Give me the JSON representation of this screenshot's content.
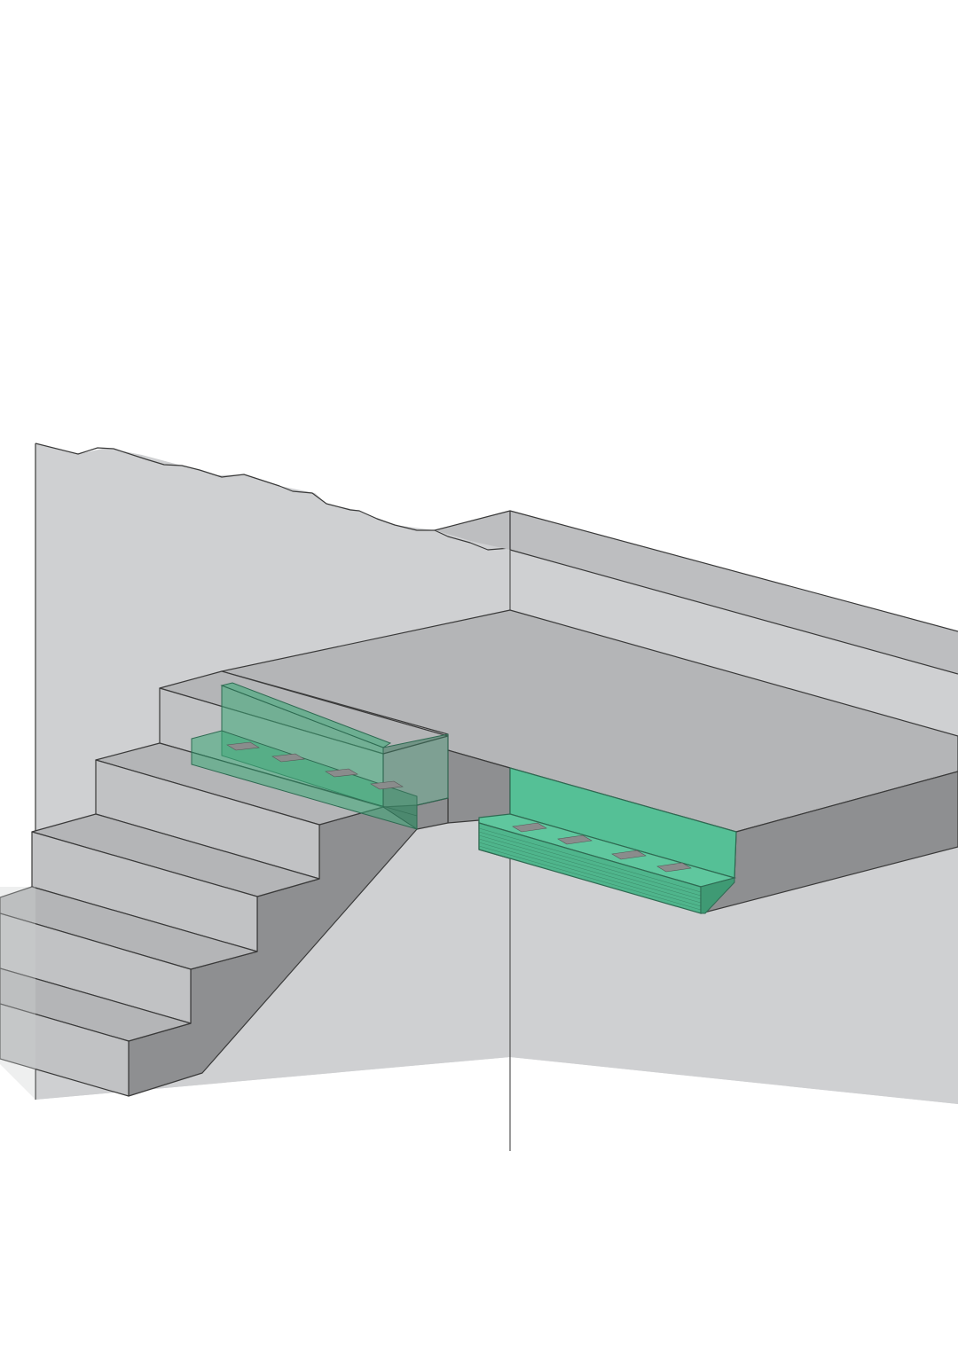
{
  "colors": {
    "background": "#ffffff",
    "wall_light": "#cfd0d2",
    "wall_mid": "#c1c2c4",
    "surface_top": "#b4b5b7",
    "shadow_dark": "#8e8f91",
    "stroke": "#3a3a3a",
    "profile_green": "#55c096",
    "profile_green_dark": "#3f9a74",
    "profile_green_translucent": "rgba(60,170,120,0.55)",
    "fixing_slot": "#8a8c8c"
  },
  "elements": {
    "left_wall": "wall",
    "back_wall": "wall",
    "landing_slab": "slab",
    "stair_flight": "stairs",
    "profile_landing_edge": "edge-profile",
    "profile_stair_nosing": "edge-profile",
    "floor_shadow": "floor"
  }
}
